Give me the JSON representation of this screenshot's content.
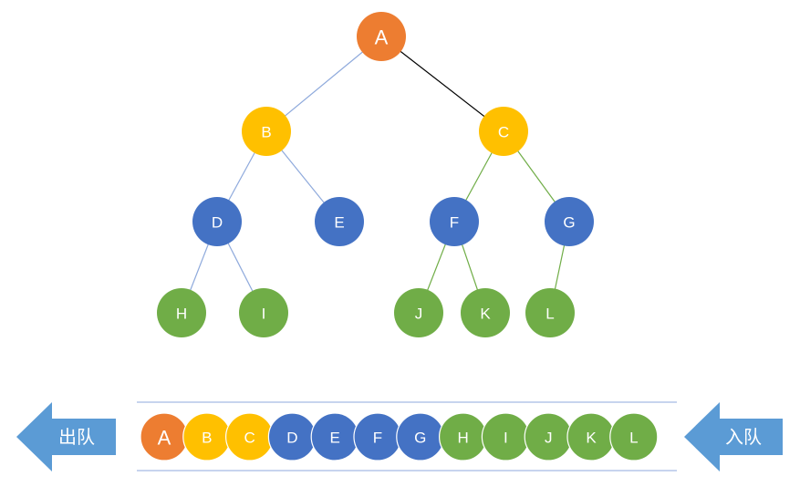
{
  "colors": {
    "orange": "#ED7D31",
    "yellow": "#FFC000",
    "blue": "#4472C4",
    "green": "#70AD47",
    "edge_blue": "#8FAADC",
    "edge_black": "#000000",
    "edge_green": "#70AD47",
    "arrow_fill": "#5B9BD5",
    "queue_line": "#8FAADC"
  },
  "tree": {
    "nodes": [
      {
        "id": "A",
        "label": "A",
        "color": "orange"
      },
      {
        "id": "B",
        "label": "B",
        "color": "yellow"
      },
      {
        "id": "C",
        "label": "C",
        "color": "yellow"
      },
      {
        "id": "D",
        "label": "D",
        "color": "blue"
      },
      {
        "id": "E",
        "label": "E",
        "color": "blue"
      },
      {
        "id": "F",
        "label": "F",
        "color": "blue"
      },
      {
        "id": "G",
        "label": "G",
        "color": "blue"
      },
      {
        "id": "H",
        "label": "H",
        "color": "green"
      },
      {
        "id": "I",
        "label": "I",
        "color": "green"
      },
      {
        "id": "J",
        "label": "J",
        "color": "green"
      },
      {
        "id": "K",
        "label": "K",
        "color": "green"
      },
      {
        "id": "L",
        "label": "L",
        "color": "green"
      }
    ],
    "edges": [
      {
        "from": "A",
        "to": "B",
        "color": "edge_blue"
      },
      {
        "from": "A",
        "to": "C",
        "color": "edge_black"
      },
      {
        "from": "B",
        "to": "D",
        "color": "edge_blue"
      },
      {
        "from": "B",
        "to": "E",
        "color": "edge_blue"
      },
      {
        "from": "C",
        "to": "F",
        "color": "edge_green"
      },
      {
        "from": "C",
        "to": "G",
        "color": "edge_green"
      },
      {
        "from": "D",
        "to": "H",
        "color": "edge_blue"
      },
      {
        "from": "D",
        "to": "I",
        "color": "edge_blue"
      },
      {
        "from": "F",
        "to": "J",
        "color": "edge_green"
      },
      {
        "from": "F",
        "to": "K",
        "color": "edge_green"
      },
      {
        "from": "G",
        "to": "L",
        "color": "edge_green"
      }
    ]
  },
  "queue": {
    "items": [
      {
        "label": "A",
        "color": "orange"
      },
      {
        "label": "B",
        "color": "yellow"
      },
      {
        "label": "C",
        "color": "yellow"
      },
      {
        "label": "D",
        "color": "blue"
      },
      {
        "label": "E",
        "color": "blue"
      },
      {
        "label": "F",
        "color": "blue"
      },
      {
        "label": "G",
        "color": "blue"
      },
      {
        "label": "H",
        "color": "green"
      },
      {
        "label": "I",
        "color": "green"
      },
      {
        "label": "J",
        "color": "green"
      },
      {
        "label": "K",
        "color": "green"
      },
      {
        "label": "L",
        "color": "green"
      }
    ],
    "dequeue_label": "出队",
    "enqueue_label": "入队"
  }
}
